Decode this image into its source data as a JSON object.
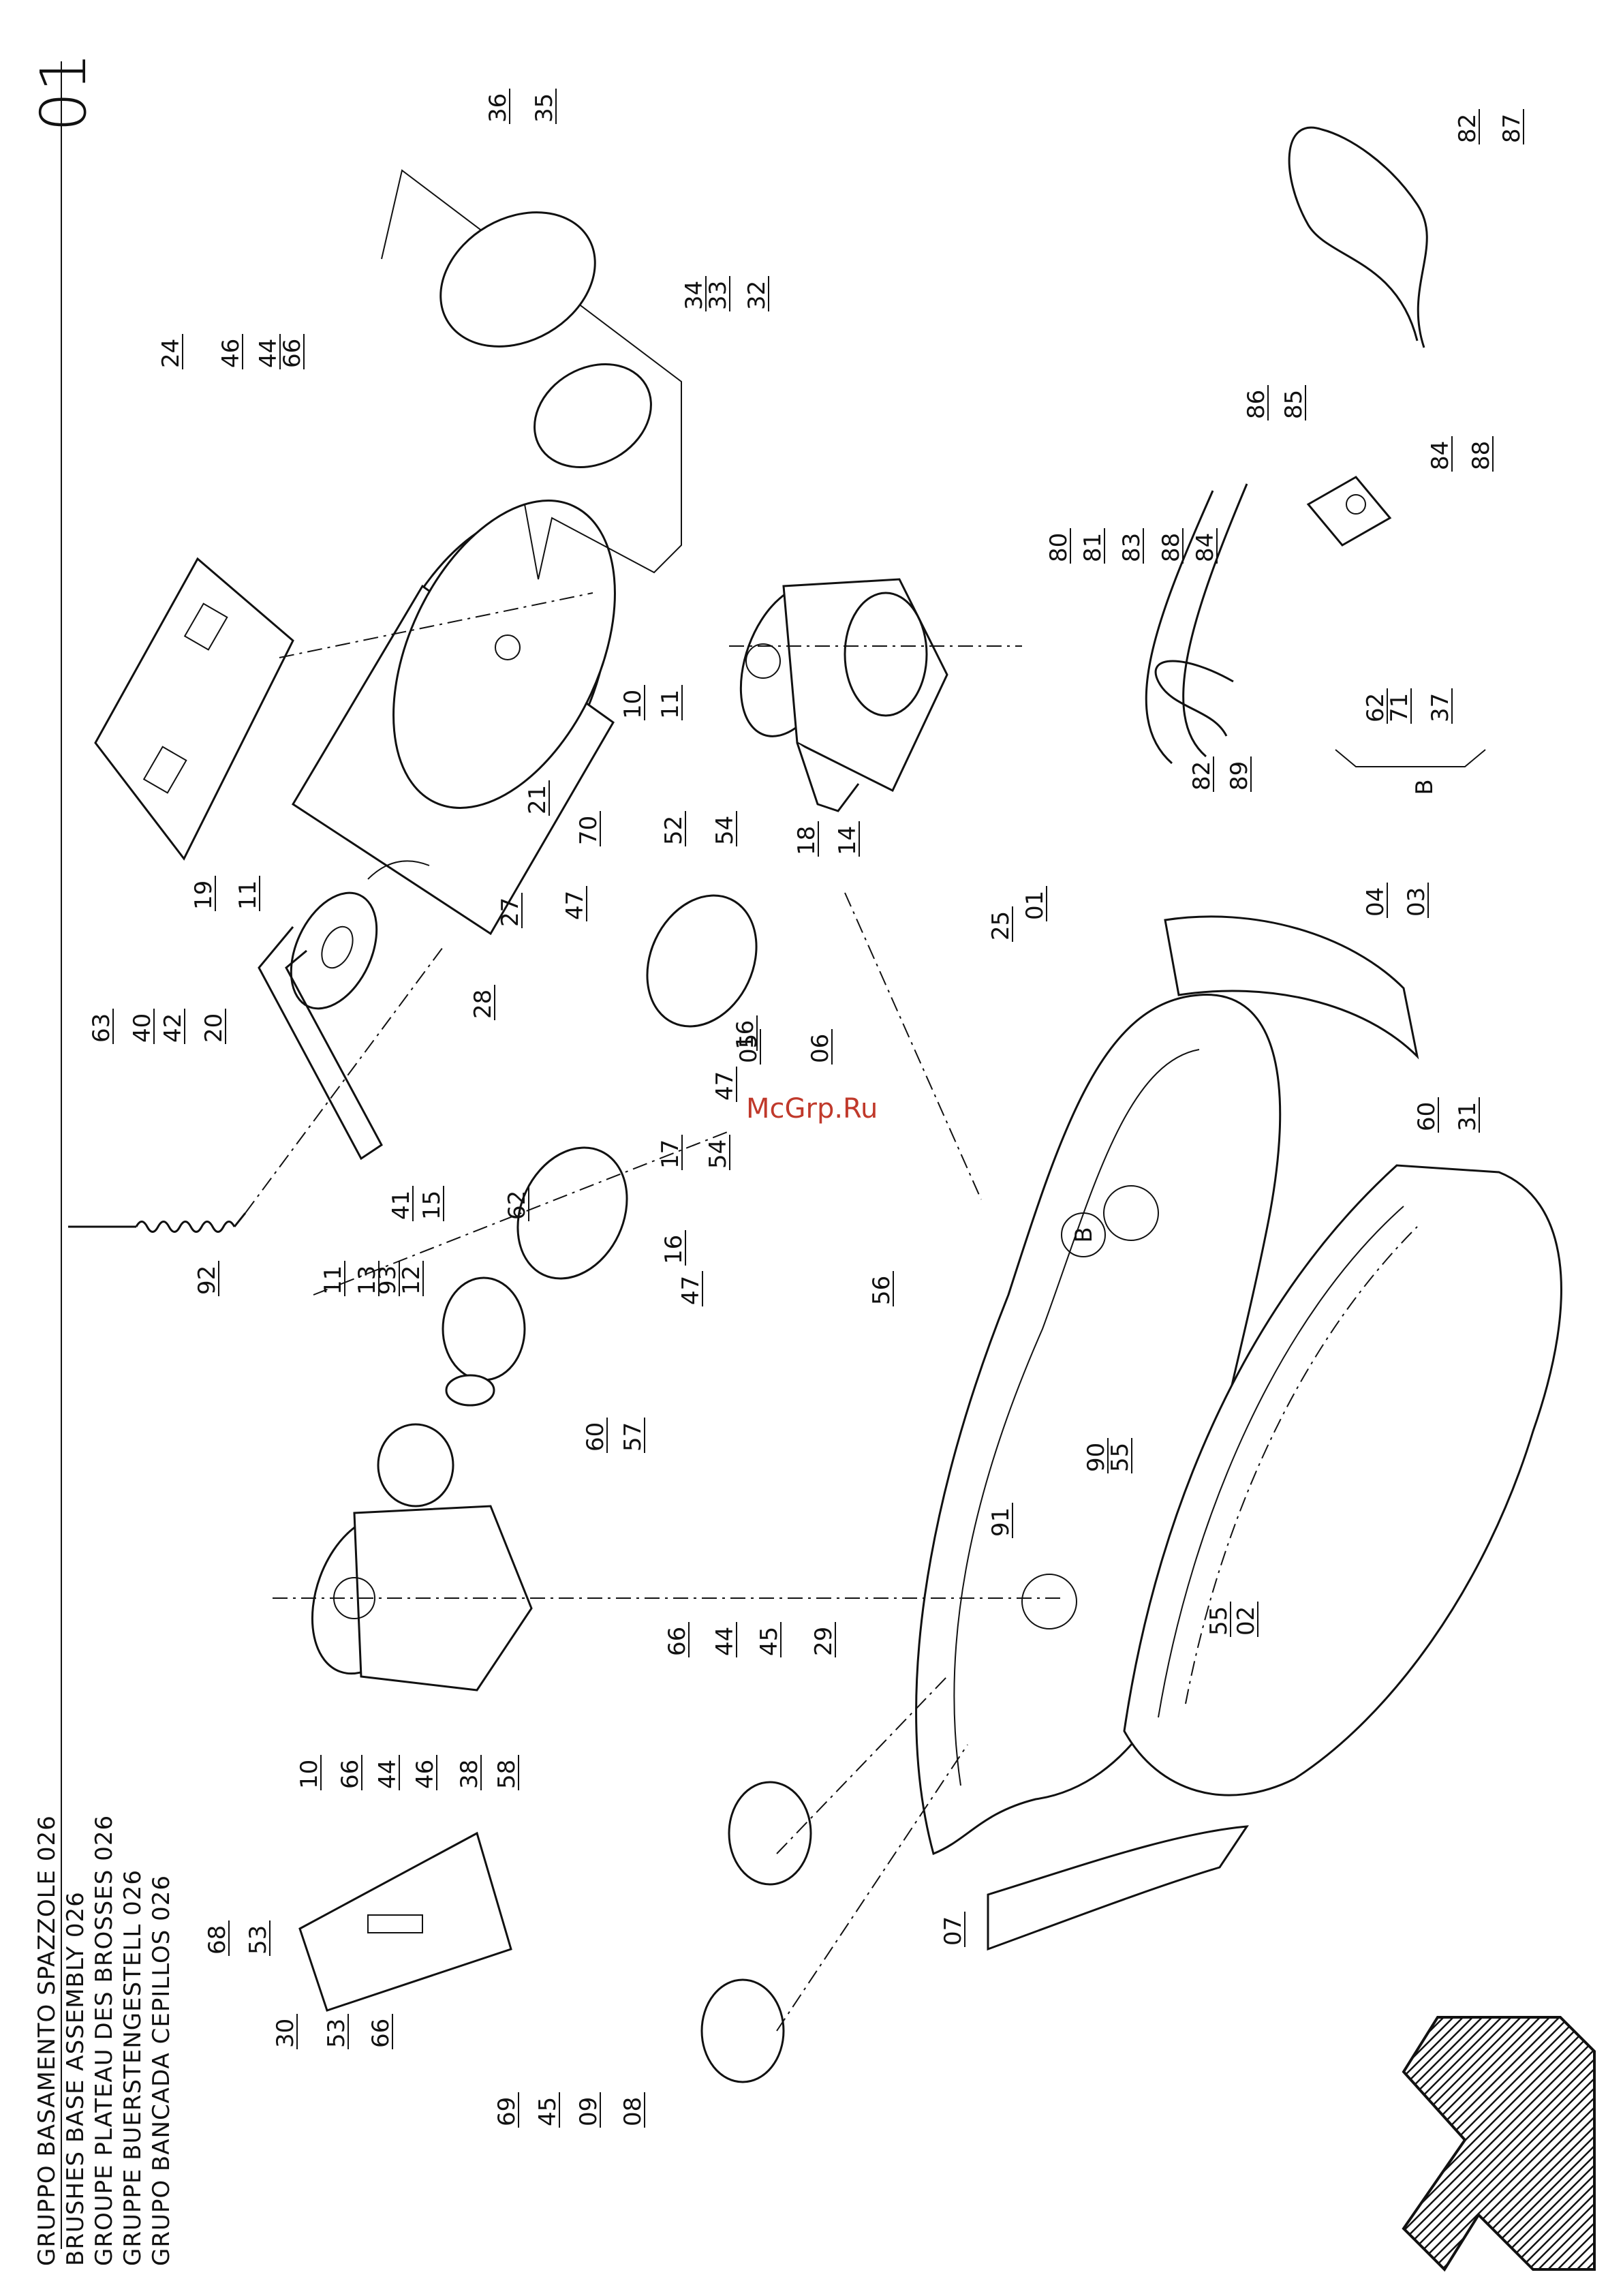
{
  "page": {
    "number": "01",
    "watermark": "McGrp.Ru",
    "detail_group_label": "B"
  },
  "header": {
    "lines": [
      "GRUPPO BASAMENTO SPAZZOLE 026",
      "BRUSHES BASE ASSEMBLY 026",
      "GROUPE PLATEAU DES BROSSES 026",
      "GRUPPE BUERSTENGESTELL 026",
      "GRUPO BANCADA CEPILLOS 026"
    ]
  },
  "callouts": [
    "36",
    "35",
    "34",
    "33",
    "32",
    "24",
    "46",
    "44",
    "66",
    "82",
    "87",
    "86",
    "85",
    "84",
    "88",
    "80",
    "81",
    "83",
    "88",
    "84",
    "62",
    "71",
    "37",
    "82",
    "89",
    "10",
    "11",
    "70",
    "52",
    "54",
    "18",
    "14",
    "47",
    "25",
    "01",
    "04",
    "03",
    "19",
    "11",
    "21",
    "27",
    "28",
    "63",
    "40",
    "42",
    "20",
    "16",
    "47",
    "05",
    "06",
    "54",
    "17",
    "41",
    "15",
    "62",
    "16",
    "47",
    "92",
    "11",
    "13",
    "93",
    "12",
    "60",
    "31",
    "60",
    "57",
    "56",
    "90",
    "55",
    "91",
    "55",
    "02",
    "66",
    "44",
    "45",
    "29",
    "10",
    "66",
    "44",
    "46",
    "38",
    "58",
    "68",
    "53",
    "30",
    "53",
    "66",
    "07",
    "69",
    "45",
    "09",
    "08"
  ]
}
